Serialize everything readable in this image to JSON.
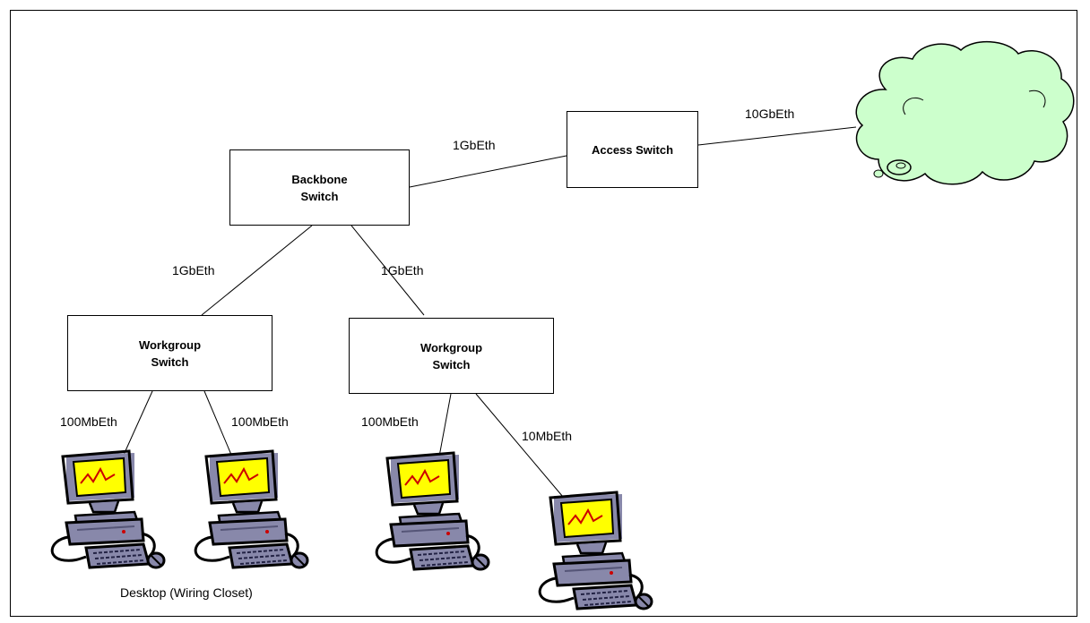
{
  "nodes": {
    "access_switch": "Access Switch",
    "backbone_switch": "Backbone\nSwitch",
    "workgroup_switch_left": "Workgroup\nSwitch",
    "workgroup_switch_right": "Workgroup\nSwitch"
  },
  "links": {
    "access_to_cloud": "10GbEth",
    "backbone_to_access": "1GbEth",
    "backbone_to_workgroup_left": "1GbEth",
    "backbone_to_workgroup_right": "1GbEth",
    "workgroup_left_to_pc1": "100MbEth",
    "workgroup_left_to_pc2": "100MbEth",
    "workgroup_right_to_pc3": "100MbEth",
    "workgroup_right_to_pc4": "10MbEth"
  },
  "captions": {
    "desktop": "Desktop (Wiring Closet)"
  },
  "icons": {
    "cloud": "network-cloud-icon",
    "computer": "desktop-computer-icon"
  },
  "colors": {
    "cloud_fill": "#ccffcc",
    "monitor_screen": "#ffff00",
    "computer_shading": "#8888aa",
    "graph_line": "#cc0000"
  }
}
